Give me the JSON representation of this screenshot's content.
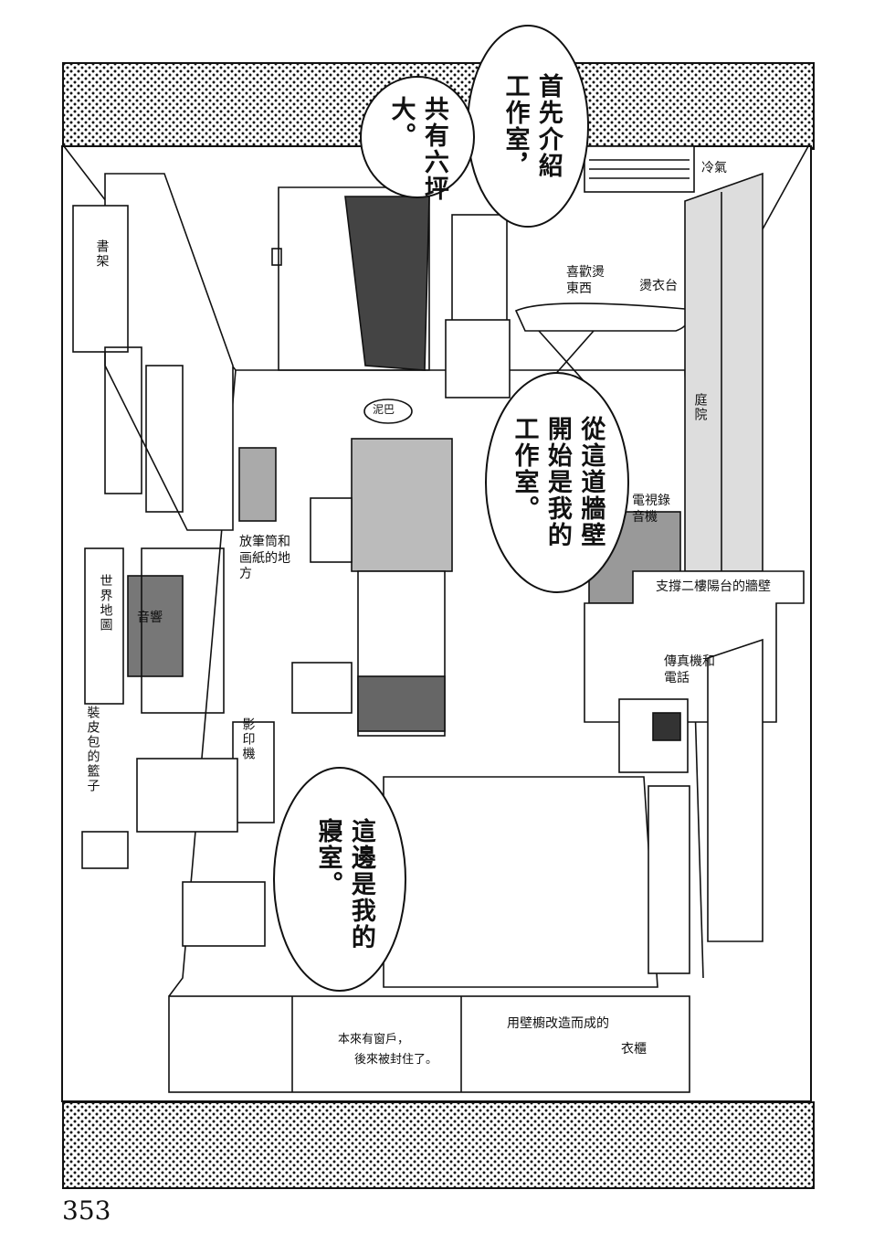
{
  "bubbles": {
    "intro": "首先介紹工作室，",
    "size": "共有六坪大。",
    "workroom": "從這道牆壁開始是我的工作室。",
    "bedroom": "這邊是我的寢室。"
  },
  "labels": {
    "aircon": "冷氣",
    "bookshelf": "書架",
    "likes_ironing": "喜歡燙東西",
    "ironing_board": "燙衣台",
    "garden": "庭院",
    "mud": "泥巴",
    "tv_recorder": "電視錄音機",
    "pen_paper": "放筆筒和画紙的地方",
    "balcony_wall": "支撐二樓陽台的牆壁",
    "world_map": "世界地圖",
    "stereo": "音響",
    "fax_phone": "傳真機和電話",
    "copier": "影印機",
    "bag_basket": "裝皮包的籃子",
    "window_line1": "本來有窗戶，",
    "window_line2": "後來被封住了。",
    "closet_line1": "用壁櫥改造而成的",
    "closet_line2": "衣櫃"
  },
  "page_number": "353"
}
